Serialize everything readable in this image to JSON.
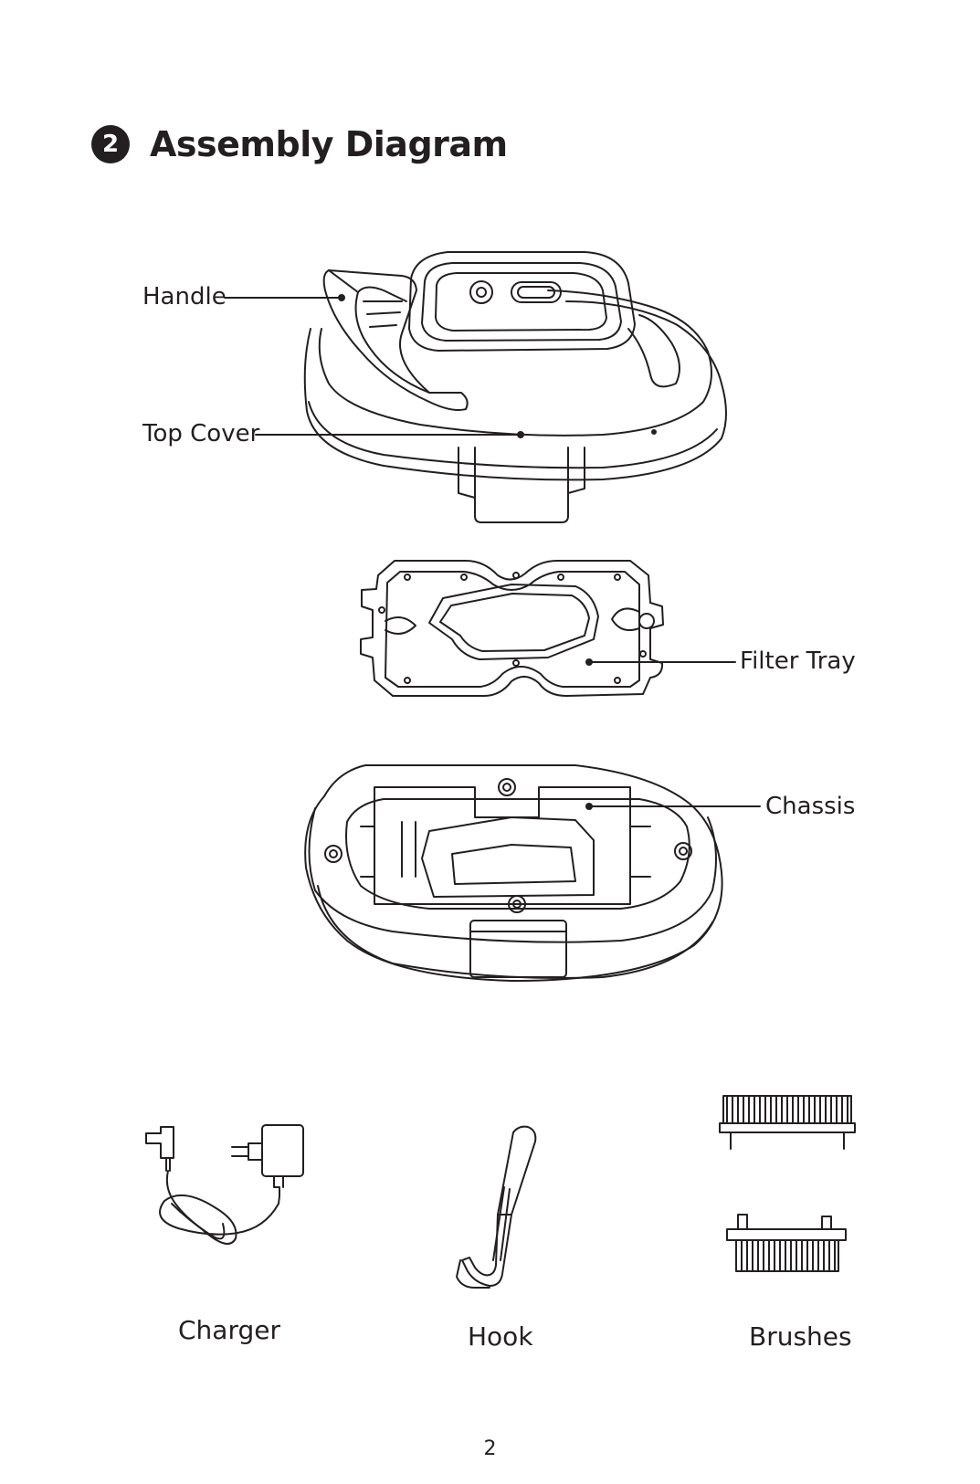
{
  "section": {
    "number": "2",
    "title": "Assembly Diagram"
  },
  "labels": {
    "handle": "Handle",
    "top_cover": "Top Cover",
    "filter_tray": "Filter Tray",
    "chassis": "Chassis"
  },
  "accessories": {
    "charger": "Charger",
    "hook": "Hook",
    "brushes": "Brushes"
  },
  "page_number": "2"
}
